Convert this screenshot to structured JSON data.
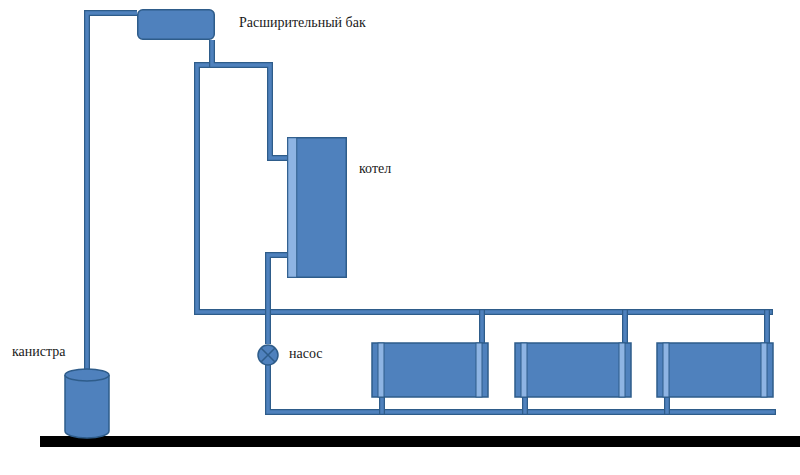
{
  "diagram": {
    "nodes": [
      {
        "text": [
          "Расширительный бак"
        ]
      },
      {
        "text": [
          "котел"
        ]
      },
      {
        "text": [
          "насос"
        ]
      },
      {
        "text": [
          "канистра"
        ]
      }
    ],
    "edges": [
      {
        "from": 3,
        "to": 0,
        "arrow": "none"
      },
      {
        "from": 0,
        "to": 1,
        "arrow": "none"
      },
      {
        "from": 1,
        "to": 2,
        "arrow": "none"
      }
    ]
  }
}
